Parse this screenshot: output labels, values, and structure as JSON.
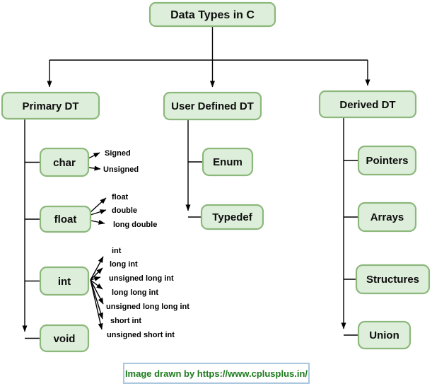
{
  "title": "Data Types in C",
  "primary": {
    "label": "Primary DT",
    "children": [
      "char",
      "float",
      "int",
      "void"
    ]
  },
  "char_subtypes": [
    "Signed",
    "Unsigned"
  ],
  "float_subtypes": [
    "float",
    "double",
    "long double"
  ],
  "int_subtypes": [
    "int",
    "long int",
    "unsigned long int",
    "long long int",
    "unsigned long long int",
    "short int",
    "unsigned short int"
  ],
  "user_defined": {
    "label": "User Defined DT",
    "children": [
      "Enum",
      "Typedef"
    ]
  },
  "derived": {
    "label": "Derived DT",
    "children": [
      "Pointers",
      "Arrays",
      "Structures",
      "Union"
    ]
  },
  "footer": "Image drawn by https://www.cplusplus.in/",
  "colors": {
    "node_fill": "#ddeeda",
    "node_stroke": "#8cb87c",
    "line_color": "#000000",
    "footer_text": "#1c7a1c",
    "footer_border": "#aac7df",
    "bg": "#ffffff"
  }
}
